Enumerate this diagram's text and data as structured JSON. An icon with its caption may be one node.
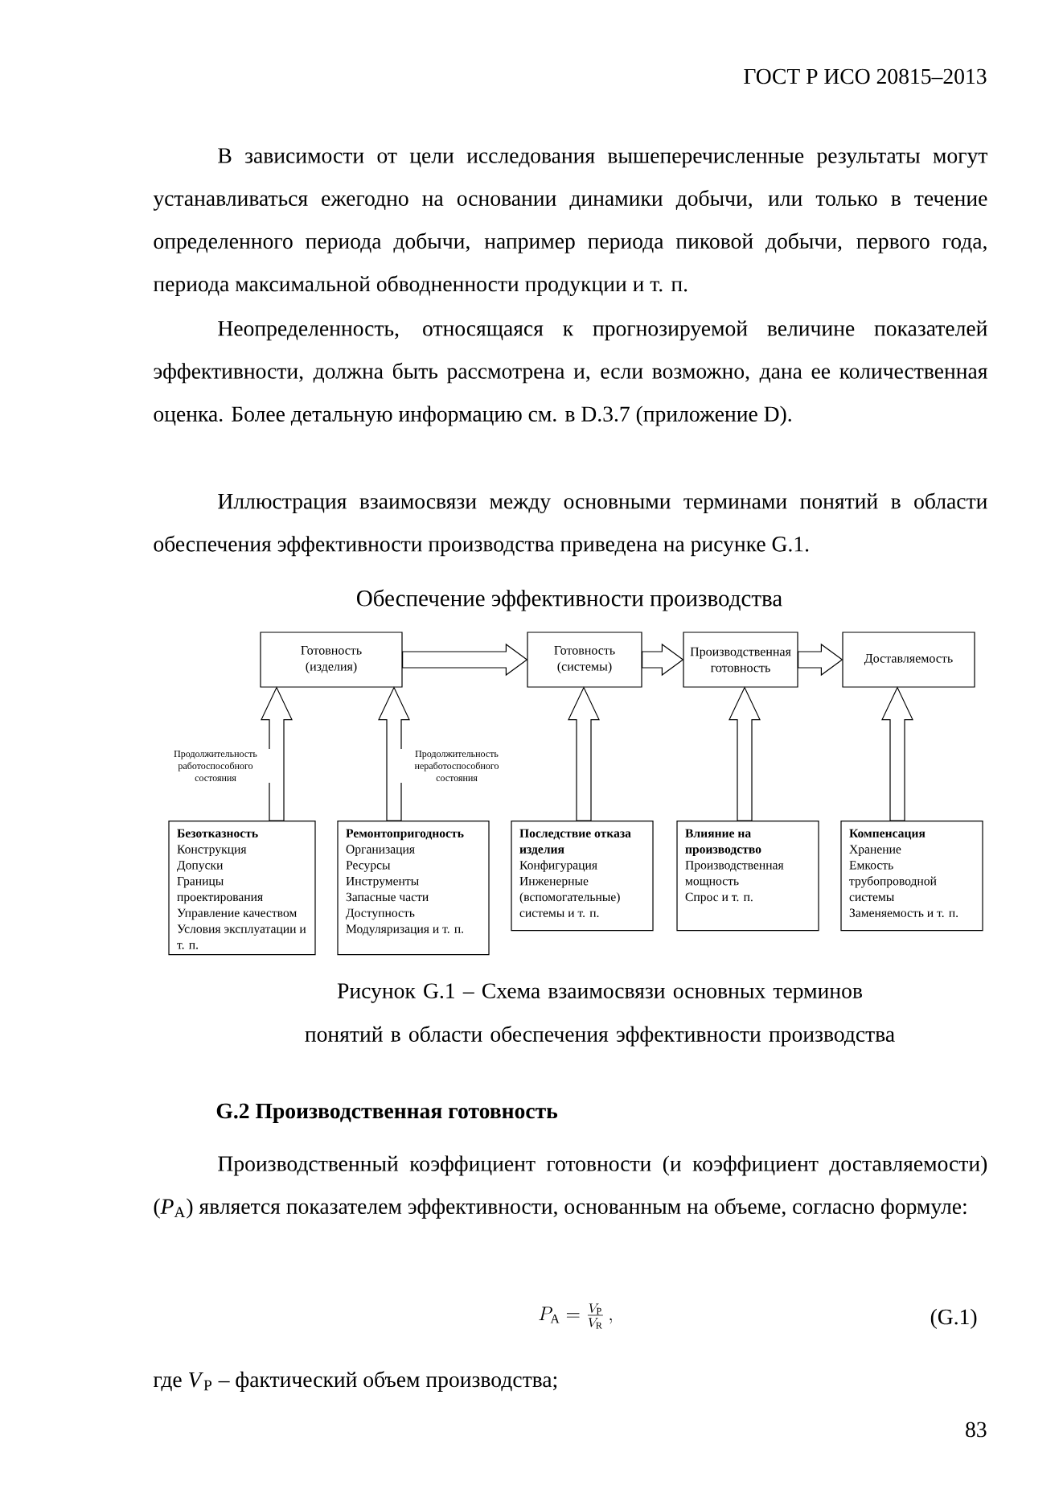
{
  "diagram": {
    "title": "Обеспечение эффективности производства",
    "caption": "Рисунок G.1 – Схема взаимосвязи основных терминов понятий в области обеспечения эффективности производства",
    "nodes": [
      {
        "text": [
          "Готовность (изделия)"
        ]
      },
      {
        "text": [
          "Готовность (системы)"
        ]
      },
      {
        "text": [
          "Производственная готовность"
        ]
      },
      {
        "text": [
          "Доставляемость"
        ]
      },
      {
        "text": [
          "Безотказность",
          "Конструкция",
          "Допуски",
          "Границы проектирования",
          "Управление качеством",
          "Условия эксплуатации и т. п."
        ]
      },
      {
        "text": [
          "Ремонтопригодность",
          "Организация",
          "Ресурсы",
          "Инструменты",
          "Запасные части",
          "Доступность",
          "Модуляризация и т. п."
        ]
      },
      {
        "text": [
          "Последствие отказа изделия",
          "Конфигурация",
          "Инженерные (вспомогательные) системы и т. п."
        ]
      },
      {
        "text": [
          "Влияние на производство",
          "Производственная мощность",
          "Спрос и т. п."
        ]
      },
      {
        "text": [
          "Компенсация",
          "Хранение",
          "Емкость трубопроводной системы",
          "Заменяемость и т. п."
        ]
      }
    ],
    "edges": [
      {
        "from": 0,
        "to": 1,
        "arrow": "to"
      },
      {
        "from": 1,
        "to": 2,
        "arrow": "to"
      },
      {
        "from": 2,
        "to": 3,
        "arrow": "to"
      },
      {
        "from": 4,
        "to": 0,
        "arrow": "to",
        "label": "Продолжительность работоспособного состояния"
      },
      {
        "from": 5,
        "to": 0,
        "arrow": "to",
        "label": "Продолжительность неработоспособного состояния"
      },
      {
        "from": 6,
        "to": 1,
        "arrow": "to"
      },
      {
        "from": 7,
        "to": 2,
        "arrow": "to"
      },
      {
        "from": 8,
        "to": 3,
        "arrow": "to"
      }
    ],
    "labels": [
      "ГОСТ Р ИСО 20815–2013",
      "В зависимости от цели исследования вышеперечисленные результаты могут устанавливаться ежегодно на основании динамики добычи, или только в течение определенного периода добычи, например периода пиковой добычи, первого года, периода максимальной обводненности продукции и т. п.",
      "Неопределенность, относящаяся к прогнозируемой величине показателей эффективности, должна быть рассмотрена и, если возможно, дана ее количественная оценка. Более детальную информацию см. в D.3.7 (приложение D).",
      "Иллюстрация взаимосвязи между основными терминами понятий в области обеспечения эффективности производства приведена на рисунке G.1.",
      "G.2 Производственная готовность",
      "Производственный коэффициент готовности (и коэффициент доставляемости) (*P*$_{A}$) является показателем эффективности, основанным на объеме, согласно формуле:",
      "P_{\\mathrm{A}} = \\frac{V_{\\mathrm{P}}}{V_{\\mathrm{R}}}\\,,",
      "(G.1)",
      "где *V*$_{P}$ – фактический объем производства;",
      "83"
    ]
  }
}
